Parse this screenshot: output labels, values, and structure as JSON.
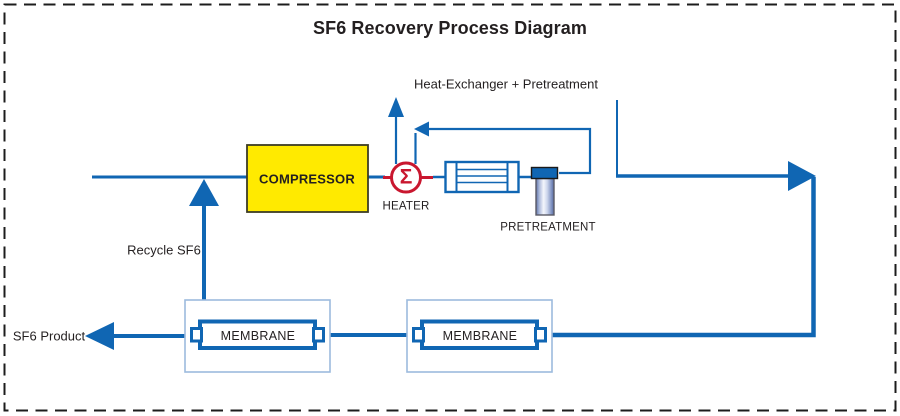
{
  "title": "SF6 Recovery Process Diagram",
  "annotations": {
    "heat_exchanger_pretreatment": "Heat-Exchanger + Pretreatment",
    "recycle": "Recycle SF6",
    "product": "SF6 Product"
  },
  "equipment": {
    "compressor": {
      "label": "COMPRESSOR"
    },
    "heater": {
      "label": "HEATER",
      "symbol": "Σ"
    },
    "pretreatment": {
      "label": "PRETREATMENT"
    },
    "membrane_left": {
      "label": "MEMBRANE"
    },
    "membrane_right": {
      "label": "MEMBRANE"
    }
  },
  "colors": {
    "line_blue": "#1066b3",
    "light_blue": "#9cbbde",
    "heater_red": "#c9172f",
    "compressor_yellow": "#ffea00",
    "text": "#231f20",
    "dashed_border": "#1c1c1c"
  }
}
